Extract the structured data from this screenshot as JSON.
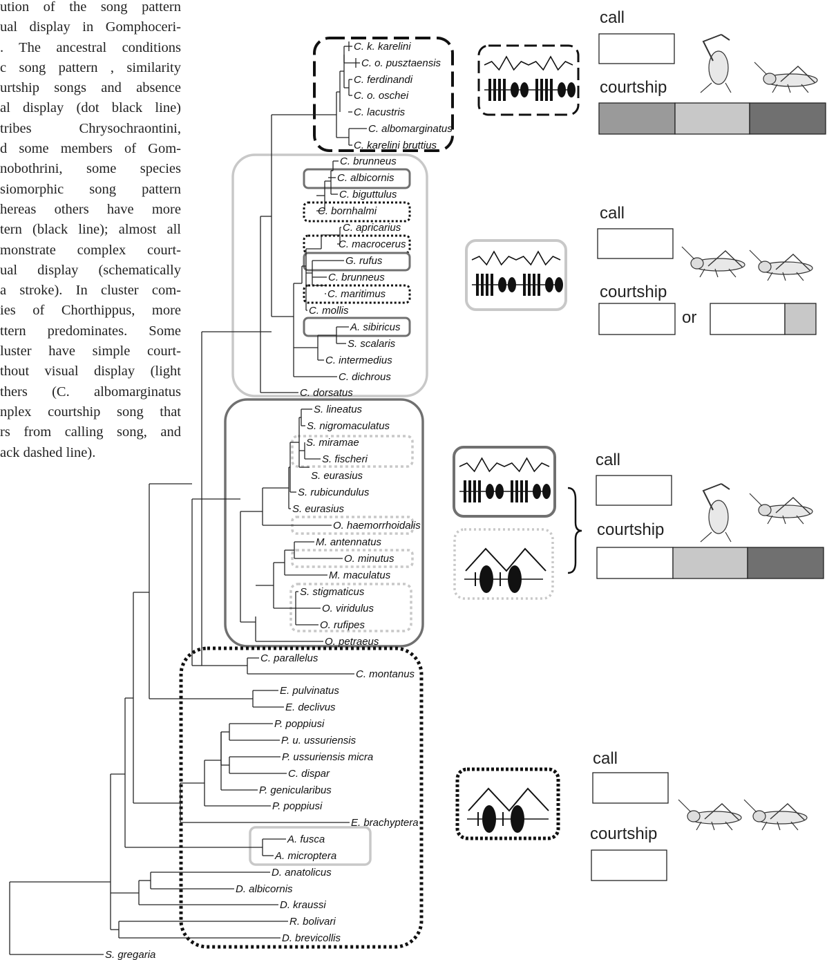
{
  "caption_lines": [
    "ution of the song pattern",
    "ual display in Gomphoceri-",
    ". The ancestral conditions",
    "c song pattern , similarity",
    "urtship songs and absence",
    "al display (dot black line)",
    "tribes  Chrysochraontini,",
    "d some members of Gom-",
    "nobothrini,  some  species",
    "siomorphic  song  pattern",
    "hereas others have  more",
    "tern (black line); almost all",
    "monstrate complex court-",
    "ual display (schematically",
    "a  stroke).  In  cluster  com-",
    "ies of Chorthippus, more",
    "ttern predominates. Some",
    "luster  have  simple  court-",
    "thout visual display (light",
    "thers  (C.  albomarginatus",
    "nplex courtship song that",
    "rs  from  calling  song,  and",
    "ack dashed line)."
  ],
  "taxa": [
    "C. k. karelini",
    "C. o. pusztaensis",
    "C. ferdinandi",
    "C. o. oschei",
    "C. lacustris",
    "C. albomarginatus",
    "C. karelini bruttius",
    "C. brunneus",
    "C. albicornis",
    "C. biguttulus",
    "C. bornhalmi",
    "C. apricarius",
    "C. macrocerus",
    "G. rufus",
    "C. brunneus",
    "C. maritimus",
    "C. mollis",
    "A. sibiricus",
    "S. scalaris",
    "C. intermedius",
    "C. dichrous",
    "C. dorsatus",
    "S. lineatus",
    "S. nigromaculatus",
    "S. miramae",
    "S. fischeri",
    "S. eurasius",
    "S. rubicundulus",
    "S. eurasius",
    "O. haemorrhoidalis",
    "M. antennatus",
    "O. minutus",
    "M. maculatus",
    "S. stigmaticus",
    "O. viridulus",
    "O. rufipes",
    "O. petraeus",
    "C. parallelus",
    "C. montanus",
    "E. pulvinatus",
    "E. declivus",
    "P. poppiusi",
    "P. u. ussuriensis",
    "P. ussuriensis micra",
    "C. dispar",
    "P. genicularibus",
    "P. poppiusi",
    "E. brachyptera",
    "A. fusca",
    "A. microptera",
    "D. anatolicus",
    "D. albicornis",
    "D. kraussi",
    "R. bolivari",
    "D. brevicollis",
    "S. gregaria"
  ],
  "panels": [
    {
      "call_label": "call",
      "courtship_label": "courtship",
      "or_label": ""
    },
    {
      "call_label": "call",
      "courtship_label": "courtship",
      "or_label": "or"
    },
    {
      "call_label": "call",
      "courtship_label": "courtship",
      "or_label": ""
    },
    {
      "call_label": "call",
      "courtship_label": "courtship",
      "or_label": ""
    }
  ],
  "colors": {
    "dark": "#707070",
    "light": "#c8c8c8",
    "mid": "#9a9a9a",
    "black": "#111111"
  }
}
